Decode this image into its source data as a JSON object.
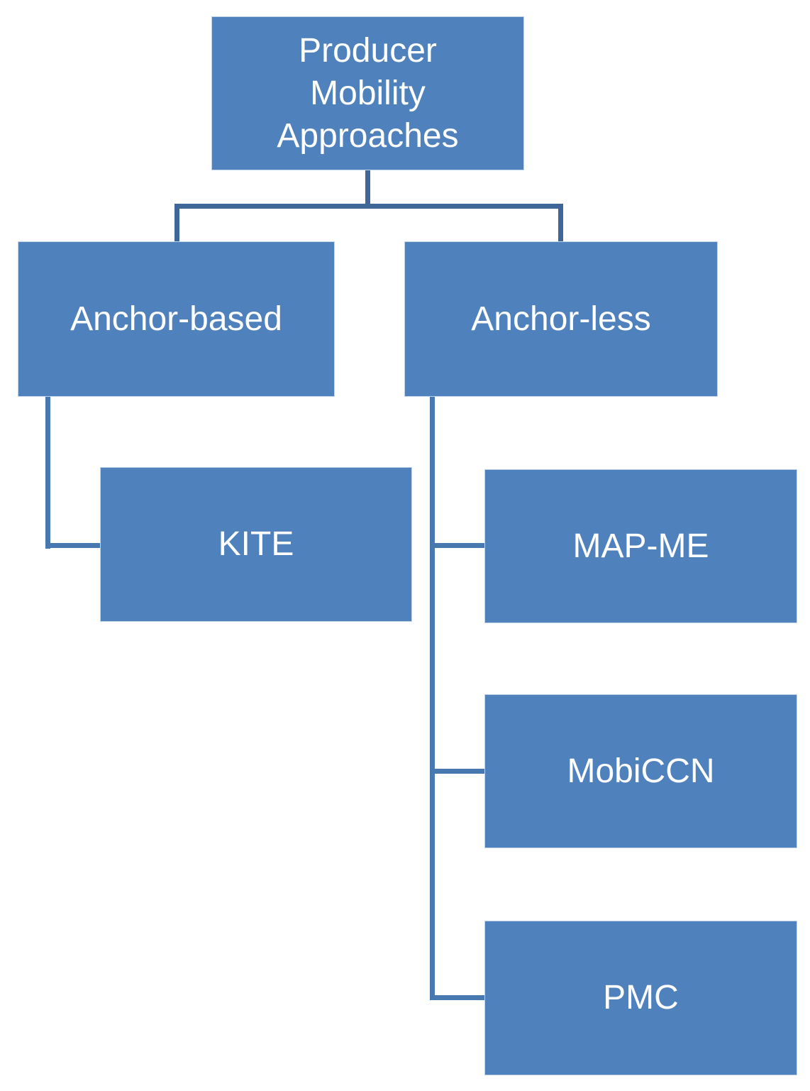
{
  "title": "Producer Mobility Approaches hierarchy diagram",
  "colors": {
    "node_fill": "#4F81BD",
    "node_border": "#C2D4EA",
    "connector": "#3E6699",
    "branch_connector": "#4878B0",
    "text": "#FFFFFF",
    "background": "#FFFFFF"
  },
  "diagram": {
    "root": {
      "label": "Producer Mobility Approaches"
    },
    "branches": [
      {
        "label": "Anchor-based",
        "children": [
          {
            "label": "KITE"
          }
        ]
      },
      {
        "label": "Anchor-less",
        "children": [
          {
            "label": "MAP-ME"
          },
          {
            "label": "MobiCCN"
          },
          {
            "label": "PMC"
          }
        ]
      }
    ]
  }
}
